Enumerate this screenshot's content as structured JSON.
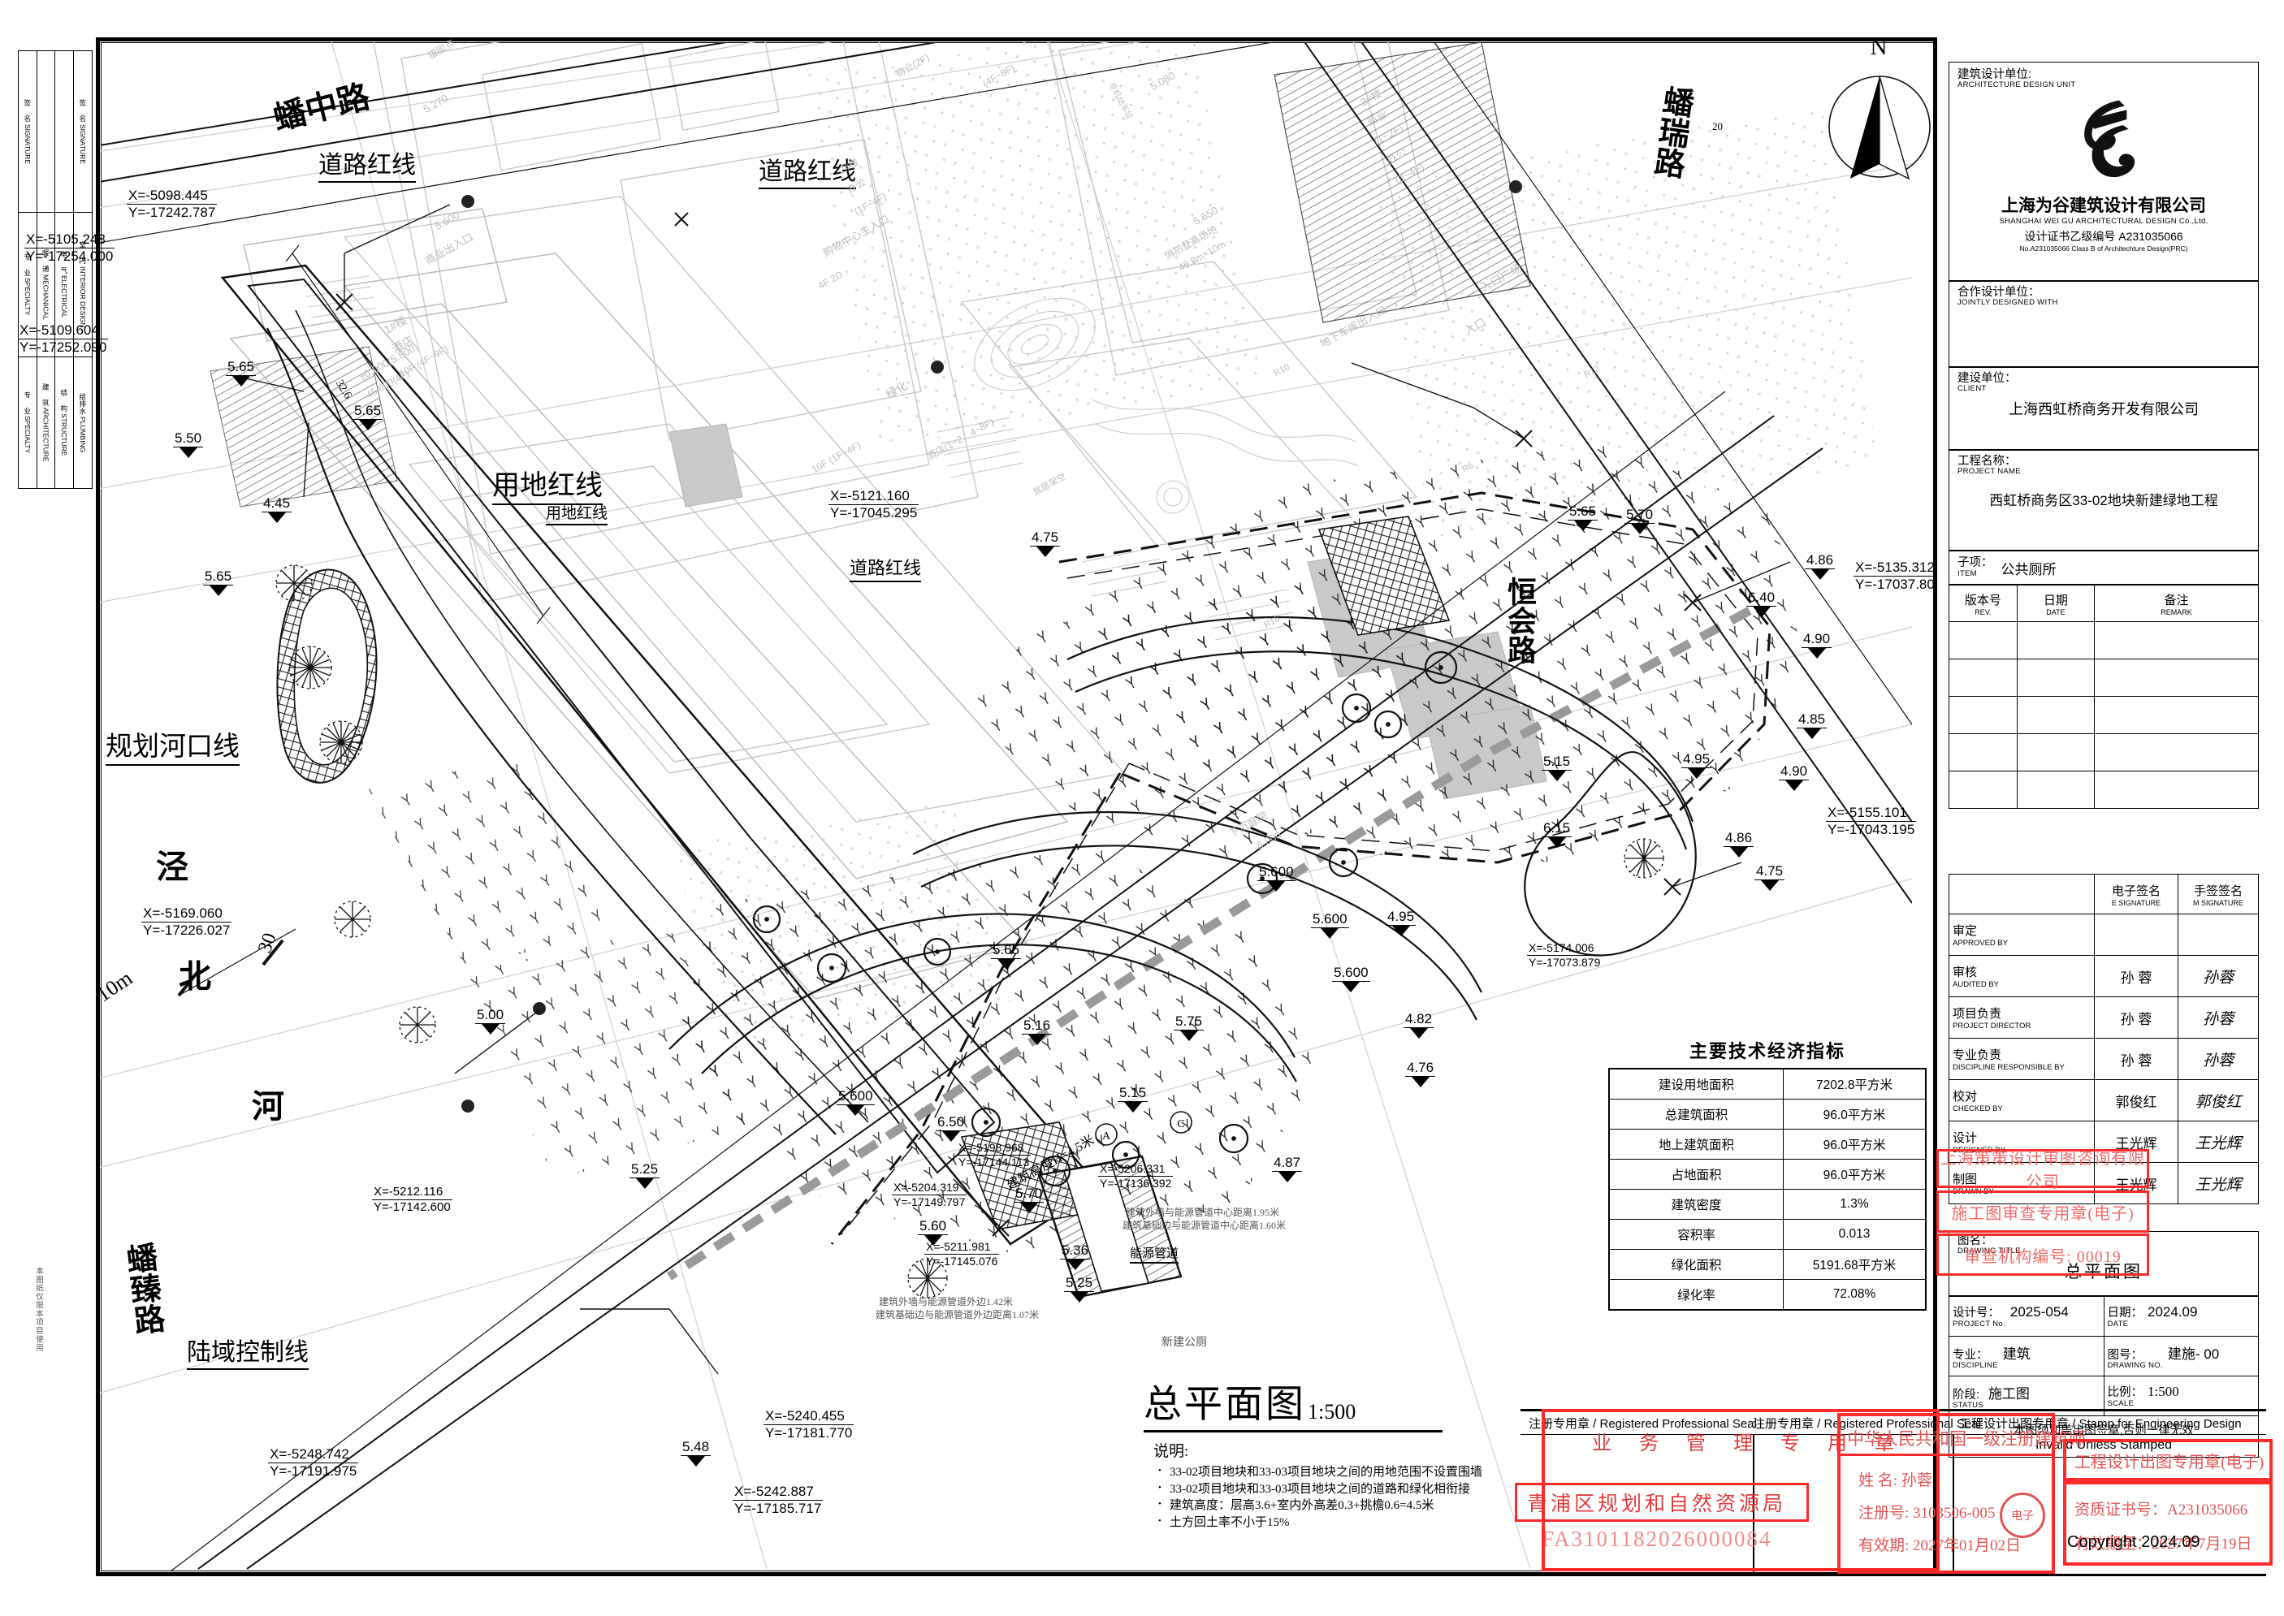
{
  "sheet": {
    "copyright": "Copyright 2024.09",
    "left_strip": {
      "columns": [
        {
          "cn": "专 业",
          "en": "SPECIALTY"
        },
        {
          "cn": "建 筑",
          "en": "ARCHITECTURE"
        },
        {
          "cn": "结 构",
          "en": "STRUCTURE"
        },
        {
          "cn": "给排水",
          "en": "PLUMBING"
        }
      ],
      "columns2": [
        {
          "cn": "专 业",
          "en": "SPECIALTY"
        },
        {
          "cn": "暖 通",
          "en": "MECHANICAL"
        },
        {
          "cn": "电 气",
          "en": "ELECTRICAL"
        },
        {
          "cn": "室 内",
          "en": "INTERIOR DESIGN"
        }
      ],
      "sig1": {
        "cn": "签 名",
        "en": "SIGNATURE"
      },
      "sig2": {
        "cn": "签 名",
        "en": "SIGNATURE"
      }
    },
    "left_bottom_note": "本图纸仅限本项目使用"
  },
  "north_arrow": {
    "letter": "N"
  },
  "map_labels": {
    "road_north": "蟠中路",
    "road_east": "蟠瑞路",
    "road_east_width": "20",
    "road_south": "恒会路",
    "road_southwest": "蟠臻路",
    "river_planning_line": "规划河口线",
    "river_name_1": "泾",
    "river_name_2": "北",
    "river_name_3": "河",
    "land_control_line": "陆域控制线",
    "offset_10m": "10m",
    "offset_30m": "30",
    "offset_326": "32.6",
    "red_line_road_1": "道路红线",
    "red_line_road_2": "道路红线",
    "red_line_road_3": "道路红线",
    "red_line_land_1": "用地红线",
    "red_line_land_2": "用地红线",
    "building_height_note": "建筑高度H=4.5米",
    "energy_pipe": "能源管道",
    "pipe_note_1": "建筑外墙与能源管道中心距离1.95米",
    "pipe_note_2": "建筑基础边与能源管道中心距离1.60米",
    "pipe_note_3": "建筑外墙与能源管道外边1.42米",
    "pipe_note_4": "建筑基础边与能源管道外边距离1.07米",
    "new_toilet": "新建公厕",
    "ghost": [
      "5.080",
      "5.600",
      "5.650",
      "5.270",
      "绿化",
      "入口广场",
      "入口",
      "地下车库出入口",
      "商业出入口",
      "购物中心主入口",
      "下沉庭院",
      "-6.000",
      "消防登高场地",
      "45.8m×10m",
      "3#楼",
      "商业",
      "(1~2F)",
      "办公",
      "(3~4F)",
      "1#楼",
      "酒店",
      "10F (4F~9F)",
      "±0.000(5.800)",
      "45.600(4F)",
      "锚固点",
      "4F 2D",
      "(4F~8F)",
      "物业(2F)",
      "酒店(1~2、4~8F)",
      "底层架空",
      "R6",
      "R10",
      "R12",
      "R16",
      "10F (1F~4F)",
      "2#楼",
      "办公",
      "(1F~4F)",
      "非机动车位"
    ]
  },
  "coordinates": [
    {
      "x": "X=-5098.445",
      "y": "Y=-17242.787"
    },
    {
      "x": "X=-5105.248",
      "y": "Y=-17254.000"
    },
    {
      "x": "X=-5109.604",
      "y": "Y=-17252.090"
    },
    {
      "x": "X=-5169.060",
      "y": "Y=-17226.027"
    },
    {
      "x": "X=-5121.160",
      "y": "Y=-17045.295"
    },
    {
      "x": "X=-5135.312",
      "y": "Y=-17037.804"
    },
    {
      "x": "X=-5155.101",
      "y": "Y=-17043.195"
    },
    {
      "x": "X=-5174.006",
      "y": "Y=-17073.879"
    },
    {
      "x": "X=-5198.968",
      "y": "Y=-17144.113"
    },
    {
      "x": "X=-5204.319",
      "y": "Y=-17149.797"
    },
    {
      "x": "X=-5206.331",
      "y": "Y=-17136.392"
    },
    {
      "x": "X=-5211.981",
      "y": "Y=-17145.076"
    },
    {
      "x": "X=-5212.116",
      "y": "Y=-17142.600"
    },
    {
      "x": "X=-5240.455",
      "y": "Y=-17181.770"
    },
    {
      "x": "X=-5242.887",
      "y": "Y=-17185.717"
    },
    {
      "x": "X=-5248.742",
      "y": "Y=-17191.975"
    }
  ],
  "spot_levels": [
    "5.65",
    "5.65",
    "4.45",
    "5.50",
    "5.65",
    "4.75",
    "5.65",
    "5.70",
    "4.86",
    "6.40",
    "4.90",
    "4.85",
    "4.90",
    "5.15",
    "4.95",
    "6.15",
    "4.86",
    "4.75",
    "4.75",
    "5.600",
    "5.600",
    "5.600",
    "5.600",
    "5.65",
    "5.75",
    "5.15",
    "5.25",
    "4.95",
    "4.82",
    "4.76",
    "4.87",
    "5.00",
    "6.50",
    "5.70",
    "5.60",
    "5.36",
    "5.25",
    "5.48",
    "5.16"
  ],
  "indicators": {
    "title": "主要技术经济指标",
    "rows": [
      {
        "k": "建设用地面积",
        "v": "7202.8平方米"
      },
      {
        "k": "总建筑面积",
        "v": "96.0平方米"
      },
      {
        "k": "地上建筑面积",
        "v": "96.0平方米"
      },
      {
        "k": "占地面积",
        "v": "96.0平方米"
      },
      {
        "k": "建筑密度",
        "v": "1.3%"
      },
      {
        "k": "容积率",
        "v": "0.013"
      },
      {
        "k": "绿化面积",
        "v": "5191.68平方米"
      },
      {
        "k": "绿化率",
        "v": "72.08%"
      }
    ]
  },
  "plan": {
    "title": "总平面图",
    "scale": "1:500",
    "notes_heading": "说明:",
    "notes": [
      "33-02项目地块和33-03项目地块之间的用地范围不设置围墙",
      "33-02项目地块和33-03项目地块之间的道路和绿化相衔接",
      "建筑高度：层高3.6+室内外高差0.3+挑檐0.6=4.5米",
      "土方回土率不小于15%"
    ]
  },
  "title_block": {
    "design_unit": {
      "cn": "建筑设计单位:",
      "en": "ARCHITECTURE DESIGN UNIT"
    },
    "company_cn": "上海为谷建筑设计有限公司",
    "company_en": "SHANGHAI WEI GU ARCHITECTURAL DESIGN Co.,Ltd.",
    "cert_cn": "设计证书乙级编号 A231035066",
    "cert_en": "No.A231035066 Class B of Architechture Design(PRC)",
    "jointly": {
      "cn": "合作设计单位：",
      "en": "JOINTLY DESIGNED WITH"
    },
    "client": {
      "cn": "建设单位：",
      "en": "CLIENT",
      "value": "上海西虹桥商务开发有限公司"
    },
    "project": {
      "cn": "工程名称：",
      "en": "PROJECT NAME",
      "value": "西虹桥商务区33-02地块新建绿地工程"
    },
    "item": {
      "cn": "子项：",
      "en": "ITEM",
      "value": "公共厕所"
    },
    "rev_table": {
      "headers": [
        {
          "cn": "版本号",
          "en": "REV."
        },
        {
          "cn": "日期",
          "en": "DATE"
        },
        {
          "cn": "备注",
          "en": "REMARK"
        }
      ],
      "rows": [
        [
          "",
          "",
          ""
        ],
        [
          "",
          "",
          ""
        ],
        [
          "",
          "",
          ""
        ],
        [
          "",
          "",
          ""
        ],
        [
          "",
          "",
          ""
        ]
      ]
    },
    "sig_table": {
      "col_headers": [
        {
          "cn": "",
          "en": ""
        },
        {
          "cn": "电子签名",
          "en": "E SIGNATURE"
        },
        {
          "cn": "手签签名",
          "en": "M SIGNATURE"
        }
      ],
      "rows": [
        {
          "cn": "审定",
          "en": "APPROVED BY",
          "e": "",
          "m": ""
        },
        {
          "cn": "审核",
          "en": "AUDITED BY",
          "e": "孙 蓉",
          "m": "孙蓉"
        },
        {
          "cn": "项目负责",
          "en": "PROJECT DIRECTOR",
          "e": "孙 蓉",
          "m": "孙蓉"
        },
        {
          "cn": "专业负责",
          "en": "DISCIPLINE RESPONSIBLE BY",
          "e": "孙 蓉",
          "m": "孙蓉"
        },
        {
          "cn": "校对",
          "en": "CHECKED BY",
          "e": "郭俊红",
          "m": "郭俊红"
        },
        {
          "cn": "设计",
          "en": "DESIGNED BY",
          "e": "王光辉",
          "m": "王光辉"
        },
        {
          "cn": "制图",
          "en": "DRAWN BY",
          "e": "王光辉",
          "m": "王光辉"
        }
      ]
    },
    "drawing_title": {
      "cn": "图名：",
      "en": "DRAWING TITLE",
      "value": "总平面图"
    },
    "meta": [
      {
        "cn": "设计号：",
        "en": "PROJECT No.",
        "value": "2025-054"
      },
      {
        "cn": "日期：",
        "en": "DATE",
        "value": "2024.09"
      },
      {
        "cn": "专业：",
        "en": "DISCIPLINE",
        "value": "建筑"
      },
      {
        "cn": "图号：",
        "en": "DRAWING NO.",
        "value": "建施- 00"
      },
      {
        "cn": "阶段:",
        "en": "STATUS",
        "value": "施工图"
      },
      {
        "cn": "比例：",
        "en": "SCALE",
        "value": "1:500"
      }
    ],
    "invalid_cn": "本图须加盖出图签章,否则一律无效",
    "invalid_en": "Invalid Unless Stamped",
    "stamp_bar": "工程设计出图专用章 / Stamp for Engineering Design",
    "seal_left": "注册专用章 / Registered Professional Seal",
    "seal_right": "注册专用章 / Registered Professional Seal"
  },
  "stamps": {
    "review_company": "上海策策设计审图咨询有限公司",
    "construction_review": "施工图审查专用章(电子)",
    "review_number": "审查机构编号: 00019",
    "qingpu_bureau": "青浦区规划和自然资源局",
    "file_number": "FA3101182026000084",
    "business_admin": "业 务 管 理 专 用 章",
    "architect_header": "中华人民共和国一级注册建筑师",
    "architect_name": "姓 名: 孙蓉",
    "architect_reg": "注册号: 3103506-005",
    "architect_valid": "有效期: 2027年01月02日",
    "architect_circle": "电子",
    "design_stamp": "工程设计出图专用章(电子)",
    "design_cert": "资质证书号：A231035066",
    "design_valid": "有效期至：2027年7月19日"
  }
}
